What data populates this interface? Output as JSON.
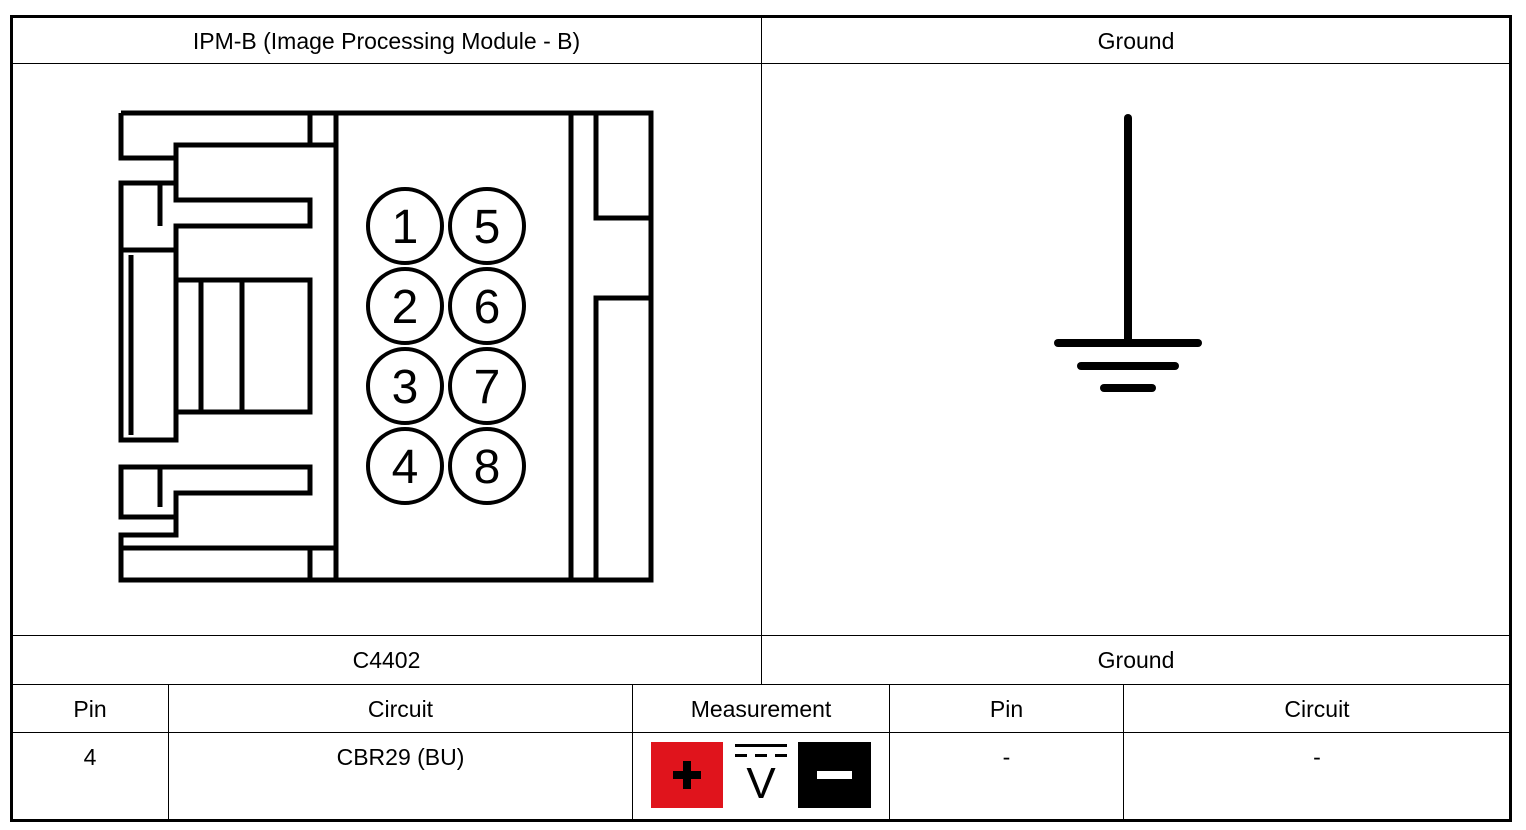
{
  "header": {
    "left_title": "IPM-B (Image Processing Module - B)",
    "right_title": "Ground"
  },
  "connector": {
    "pins": [
      "1",
      "5",
      "2",
      "6",
      "3",
      "7",
      "4",
      "8"
    ]
  },
  "labels": {
    "left_connector_id": "C4402",
    "right_connector_id": "Ground"
  },
  "table": {
    "headers": [
      "Pin",
      "Circuit",
      "Measurement",
      "Pin",
      "Circuit"
    ],
    "row": {
      "pin": "4",
      "circuit": "CBR29 (BU)",
      "ground_pin": "-",
      "ground_circuit": "-"
    }
  },
  "measurement": {
    "positive_symbol": "+",
    "voltmeter_symbol": "V",
    "negative_symbol": "−",
    "positive_color": "#e0141c",
    "negative_color": "#000000"
  }
}
